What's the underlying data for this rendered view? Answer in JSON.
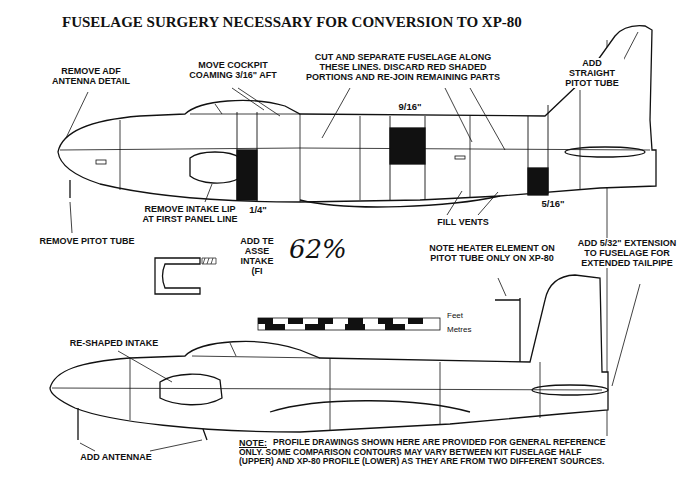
{
  "diagram": {
    "title": "FUSELAGE SURGERY NECESSARY FOR CONVERSION TO XP-80",
    "labels": [
      "REMOVE ADF ANTENNA DETAIL",
      "MOVE COCKPIT COAMING 3/16\" AFT",
      "CUT AND SEPARATE FUSELAGE ALONG THESE LINES. DISCARD RED SHADED PORTIONS AND RE-JOIN REMAINING PARTS",
      "ADD STRAIGHT PITOT TUBE",
      "9/16\"",
      "1/4\"",
      "5/16\"",
      "REMOVE INTAKE LIP AT FIRST PANEL LINE",
      "FILL VENTS",
      "REMOVE PITOT TUBE",
      "ADD TE ASSE INTAKE (FI",
      "62%",
      "NOTE HEATER ELEMENT ON PITOT TUBE ONLY ON XP-80",
      "ADD 5/32\" EXTENSION TO FUSELAGE FOR EXTENDED TAILPIPE",
      "Feet",
      "Metres",
      "RE-SHAPED INTAKE",
      "ADD ANTENNAE",
      "NOTE:",
      "PROFILE DRAWINGS SHOWN HERE ARE PROVIDED FOR GENERAL REFERENCE ONLY. SOME COMPARISON CONTOURS MAY VARY BETWEEN KIT FUSELAGE HALF (UPPER) AND XP-80 PROFILE (LOWER) AS THEY ARE FROM TWO DIFFERENT SOURCES."
    ]
  }
}
